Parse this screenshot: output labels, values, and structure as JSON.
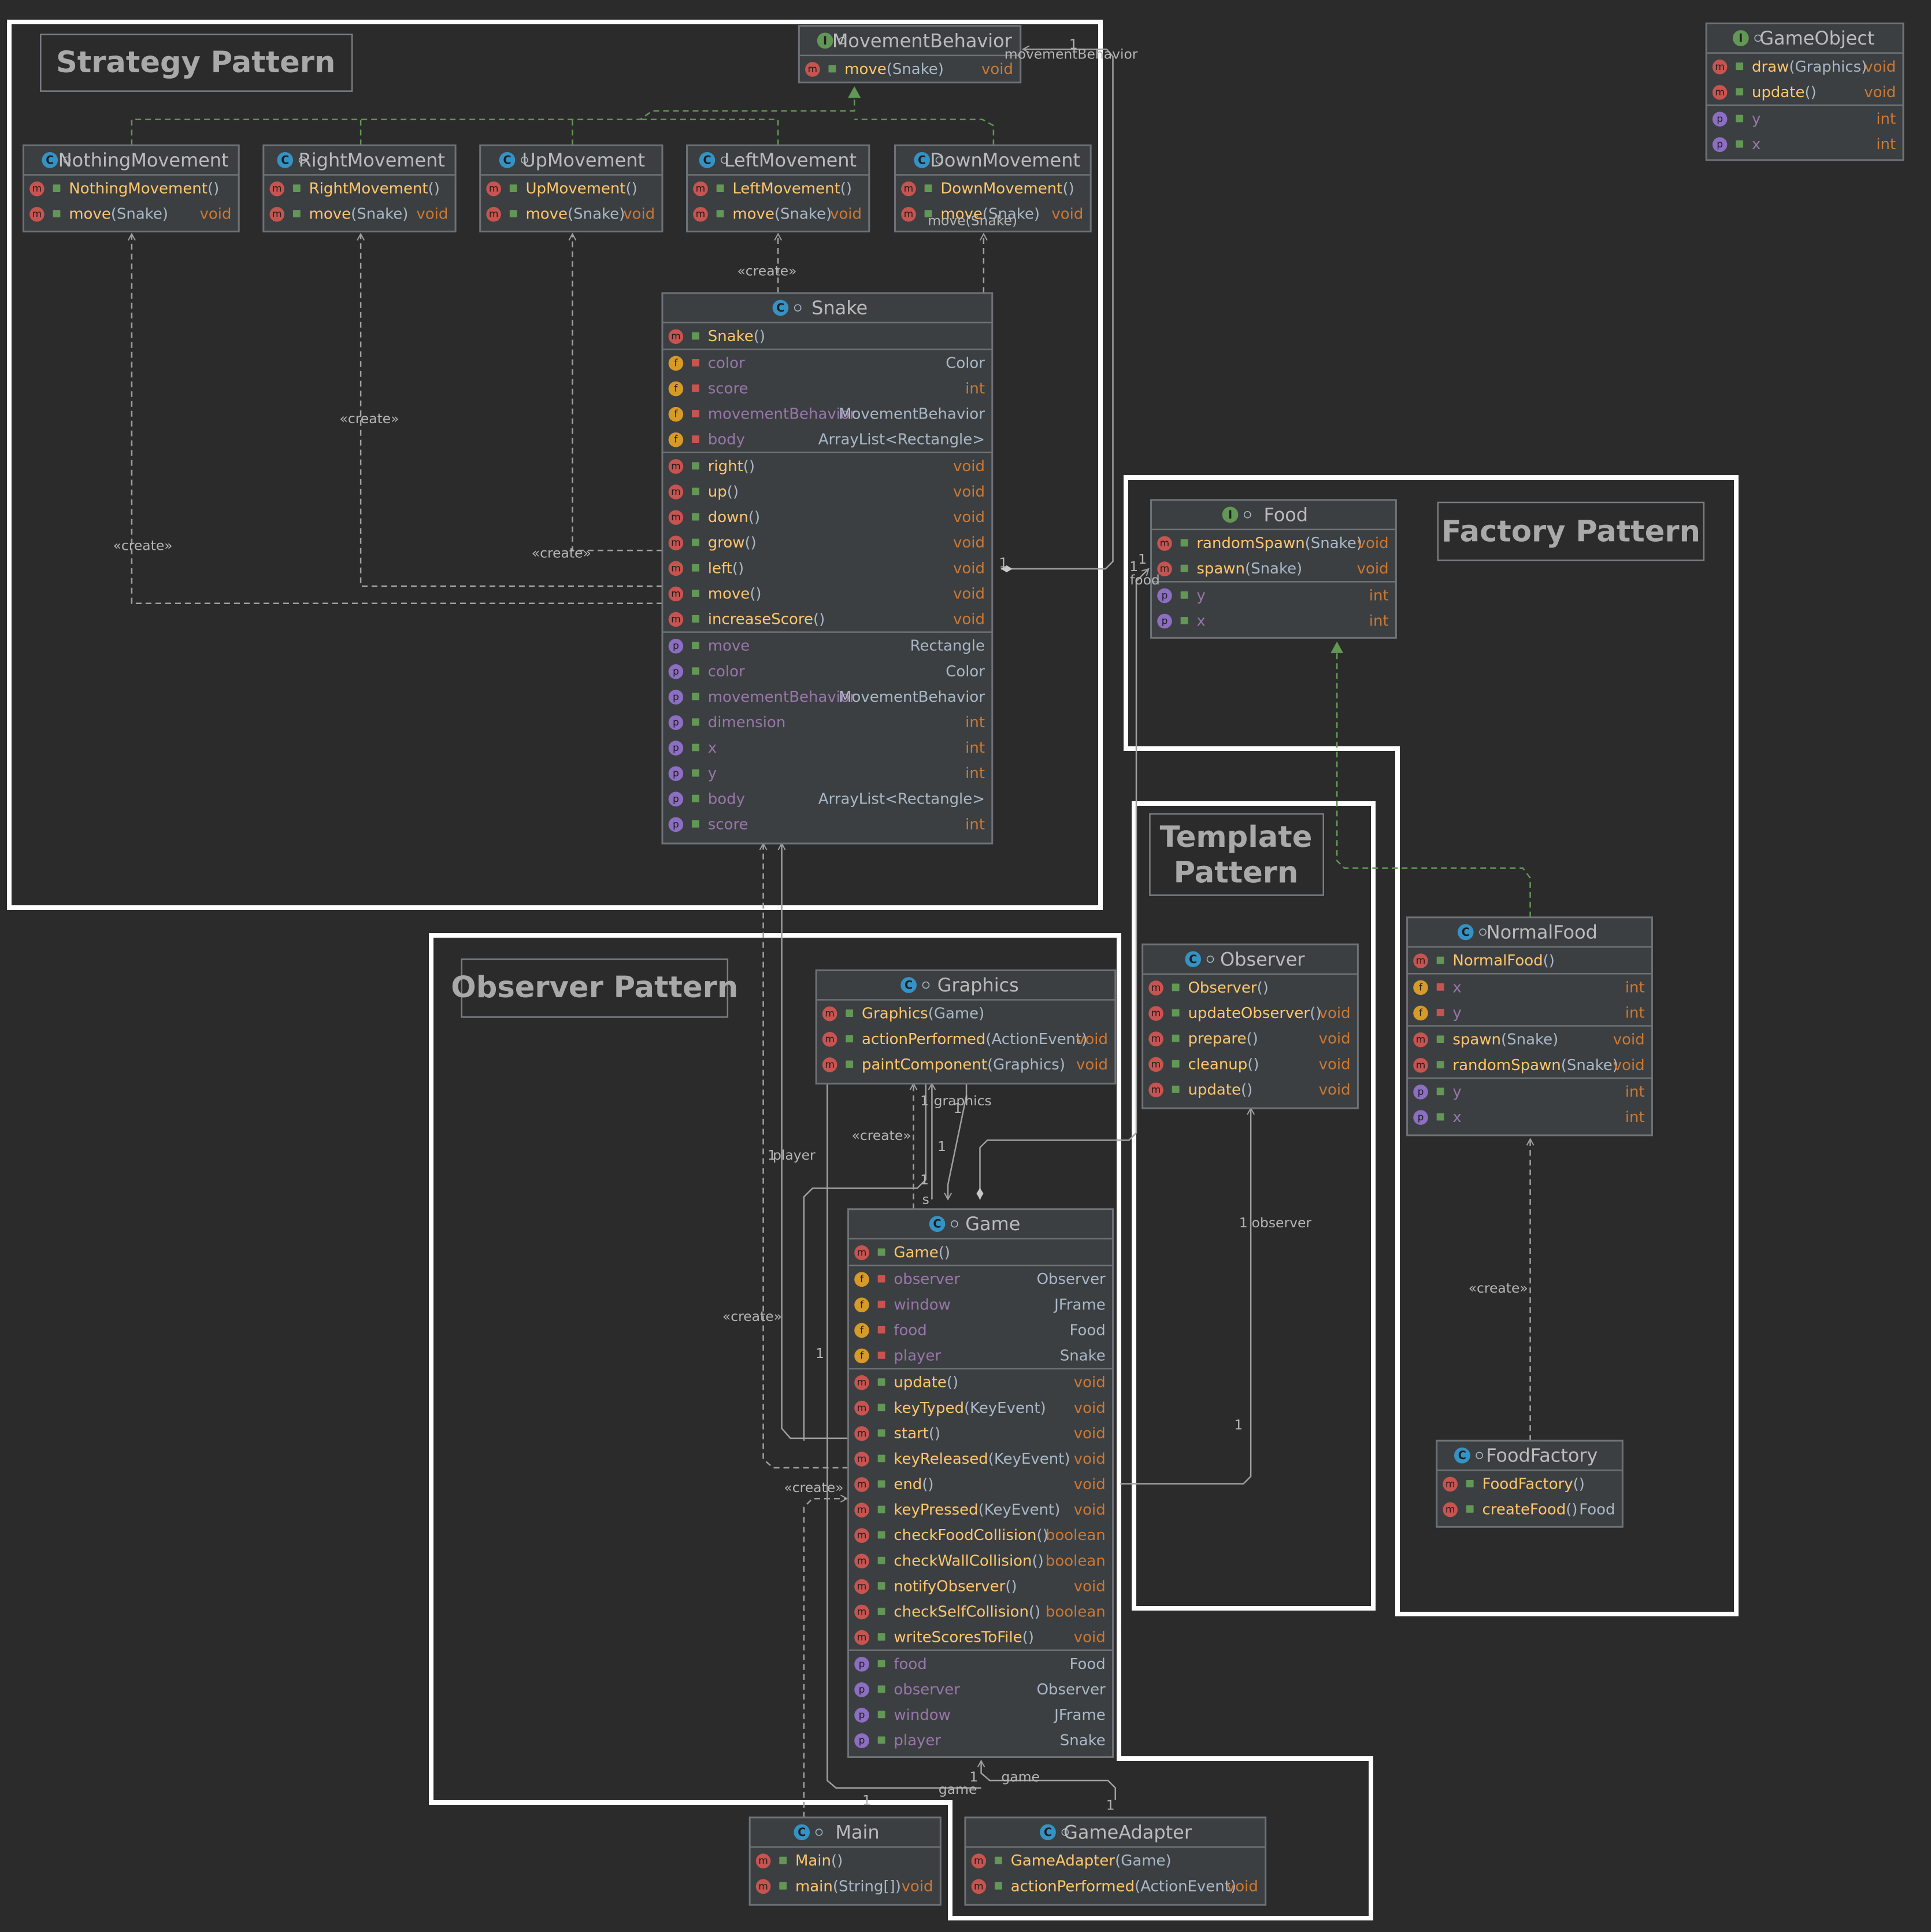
{
  "regions": [
    {
      "id": "strategy",
      "title": [
        "Strategy Pattern"
      ]
    },
    {
      "id": "factory",
      "title": [
        "Factory Pattern"
      ]
    },
    {
      "id": "template",
      "title": [
        "Template",
        "Pattern"
      ]
    },
    {
      "id": "observer",
      "title": [
        "Observer Pattern"
      ]
    }
  ],
  "colors": {
    "background": "#2b2b2b",
    "box": "#3c3f41",
    "border": "#6e7276",
    "header_text": "#bbbbbb",
    "method": "#ffc66d",
    "field": "#9876aa",
    "type": "#a9b7c6",
    "primitive": "#cc7832",
    "arrow": "#a0a0a0",
    "realization": "#629755",
    "frame": "#ffffff"
  },
  "classes": [
    {
      "id": "movementbehavior",
      "name": "MovementBehavior",
      "kind": "I",
      "static": true,
      "sections": [
        [
          {
            "k": "m",
            "n": "move",
            "a": "(Snake)",
            "t": "void"
          }
        ]
      ]
    },
    {
      "id": "gameobject",
      "name": "GameObject",
      "kind": "I",
      "sections": [
        [
          {
            "k": "m",
            "n": "draw",
            "a": "(Graphics)",
            "t": "void"
          },
          {
            "k": "m",
            "n": "update",
            "a": "()",
            "t": "void"
          }
        ],
        [
          {
            "k": "p",
            "n": "y",
            "t": "int"
          },
          {
            "k": "p",
            "n": "x",
            "t": "int"
          }
        ]
      ]
    },
    {
      "id": "nothingmovement",
      "name": "NothingMovement",
      "kind": "C",
      "static": true,
      "sections": [
        [
          {
            "k": "m",
            "n": "NothingMovement",
            "a": "()",
            "t": ""
          },
          {
            "k": "m",
            "n": "move",
            "a": "(Snake)",
            "t": "void"
          }
        ]
      ]
    },
    {
      "id": "rightmovement",
      "name": "RightMovement",
      "kind": "C",
      "static": true,
      "sections": [
        [
          {
            "k": "m",
            "n": "RightMovement",
            "a": "()",
            "t": ""
          },
          {
            "k": "m",
            "n": "move",
            "a": "(Snake)",
            "t": "void"
          }
        ]
      ]
    },
    {
      "id": "upmovement",
      "name": "UpMovement",
      "kind": "C",
      "static": true,
      "sections": [
        [
          {
            "k": "m",
            "n": "UpMovement",
            "a": "()",
            "t": ""
          },
          {
            "k": "m",
            "n": "move",
            "a": "(Snake)",
            "t": "void"
          }
        ]
      ]
    },
    {
      "id": "leftmovement",
      "name": "LeftMovement",
      "kind": "C",
      "static": true,
      "sections": [
        [
          {
            "k": "m",
            "n": "LeftMovement",
            "a": "()",
            "t": ""
          },
          {
            "k": "m",
            "n": "move",
            "a": "(Snake)",
            "t": "void"
          }
        ]
      ]
    },
    {
      "id": "downmovement",
      "name": "DownMovement",
      "kind": "C",
      "static": true,
      "sections": [
        [
          {
            "k": "m",
            "n": "DownMovement",
            "a": "()",
            "t": ""
          },
          {
            "k": "m",
            "n": "move",
            "a": "(Snake)",
            "t": "void"
          }
        ]
      ]
    },
    {
      "id": "snake",
      "name": "Snake",
      "kind": "C",
      "sections": [
        [
          {
            "k": "m",
            "n": "Snake",
            "a": "()",
            "t": ""
          }
        ],
        [
          {
            "k": "f",
            "n": "color",
            "t": "Color"
          },
          {
            "k": "f",
            "n": "score",
            "t": "int"
          },
          {
            "k": "f",
            "n": "movementBehavior",
            "t": "MovementBehavior"
          },
          {
            "k": "f",
            "n": "body",
            "t": "ArrayList<Rectangle>"
          }
        ],
        [
          {
            "k": "m",
            "n": "right",
            "a": "()",
            "t": "void"
          },
          {
            "k": "m",
            "n": "up",
            "a": "()",
            "t": "void"
          },
          {
            "k": "m",
            "n": "down",
            "a": "()",
            "t": "void"
          },
          {
            "k": "m",
            "n": "grow",
            "a": "()",
            "t": "void"
          },
          {
            "k": "m",
            "n": "left",
            "a": "()",
            "t": "void"
          },
          {
            "k": "m",
            "n": "move",
            "a": "()",
            "t": "void"
          },
          {
            "k": "m",
            "n": "increaseScore",
            "a": "()",
            "t": "void"
          }
        ],
        [
          {
            "k": "p",
            "n": "move",
            "t": "Rectangle"
          },
          {
            "k": "p",
            "n": "color",
            "t": "Color"
          },
          {
            "k": "p",
            "n": "movementBehavior",
            "t": "MovementBehavior"
          },
          {
            "k": "p",
            "n": "dimension",
            "t": "int"
          },
          {
            "k": "p",
            "n": "x",
            "t": "int"
          },
          {
            "k": "p",
            "n": "y",
            "t": "int"
          },
          {
            "k": "p",
            "n": "body",
            "t": "ArrayList<Rectangle>"
          },
          {
            "k": "p",
            "n": "score",
            "t": "int"
          }
        ]
      ]
    },
    {
      "id": "food",
      "name": "Food",
      "kind": "I",
      "sections": [
        [
          {
            "k": "m",
            "n": "randomSpawn",
            "a": "(Snake)",
            "t": "void"
          },
          {
            "k": "m",
            "n": "spawn",
            "a": "(Snake)",
            "t": "void"
          }
        ],
        [
          {
            "k": "p",
            "n": "y",
            "t": "int"
          },
          {
            "k": "p",
            "n": "x",
            "t": "int"
          }
        ]
      ]
    },
    {
      "id": "normalfood",
      "name": "NormalFood",
      "kind": "C",
      "static": true,
      "sections": [
        [
          {
            "k": "m",
            "n": "NormalFood",
            "a": "()",
            "t": ""
          }
        ],
        [
          {
            "k": "f",
            "n": "x",
            "t": "int"
          },
          {
            "k": "f",
            "n": "y",
            "t": "int"
          }
        ],
        [
          {
            "k": "m",
            "n": "spawn",
            "a": "(Snake)",
            "t": "void"
          },
          {
            "k": "m",
            "n": "randomSpawn",
            "a": "(Snake)",
            "t": "void"
          }
        ],
        [
          {
            "k": "p",
            "n": "y",
            "t": "int"
          },
          {
            "k": "p",
            "n": "x",
            "t": "int"
          }
        ]
      ]
    },
    {
      "id": "foodfactory",
      "name": "FoodFactory",
      "kind": "C",
      "static": true,
      "sections": [
        [
          {
            "k": "m",
            "n": "FoodFactory",
            "a": "()",
            "t": ""
          },
          {
            "k": "m",
            "n": "createFood",
            "a": "()",
            "t": "Food"
          }
        ]
      ]
    },
    {
      "id": "observer",
      "name": "Observer",
      "kind": "A",
      "sections": [
        [
          {
            "k": "m",
            "n": "Observer",
            "a": "()",
            "t": ""
          },
          {
            "k": "m",
            "n": "updateObserver",
            "a": "()",
            "t": "void"
          },
          {
            "k": "m",
            "n": "prepare",
            "a": "()",
            "t": "void"
          },
          {
            "k": "m",
            "n": "cleanup",
            "a": "()",
            "t": "void"
          },
          {
            "k": "m",
            "n": "update",
            "a": "()",
            "t": "void"
          }
        ]
      ]
    },
    {
      "id": "graphics",
      "name": "Graphics",
      "kind": "C",
      "sections": [
        [
          {
            "k": "m",
            "n": "Graphics",
            "a": "(Game)",
            "t": ""
          },
          {
            "k": "m",
            "n": "actionPerformed",
            "a": "(ActionEvent)",
            "t": "void"
          },
          {
            "k": "m",
            "n": "paintComponent",
            "a": "(Graphics)",
            "t": "void"
          }
        ]
      ]
    },
    {
      "id": "game",
      "name": "Game",
      "kind": "C",
      "sections": [
        [
          {
            "k": "m",
            "n": "Game",
            "a": "()",
            "t": ""
          }
        ],
        [
          {
            "k": "f",
            "n": "observer",
            "t": "Observer"
          },
          {
            "k": "f",
            "n": "window",
            "t": "JFrame"
          },
          {
            "k": "f",
            "n": "food",
            "t": "Food"
          },
          {
            "k": "f",
            "n": "player",
            "t": "Snake"
          }
        ],
        [
          {
            "k": "m",
            "n": "update",
            "a": "()",
            "t": "void"
          },
          {
            "k": "m",
            "n": "keyTyped",
            "a": "(KeyEvent)",
            "t": "void"
          },
          {
            "k": "m",
            "n": "start",
            "a": "()",
            "t": "void"
          },
          {
            "k": "m",
            "n": "keyReleased",
            "a": "(KeyEvent)",
            "t": "void"
          },
          {
            "k": "m",
            "n": "end",
            "a": "()",
            "t": "void"
          },
          {
            "k": "m",
            "n": "keyPressed",
            "a": "(KeyEvent)",
            "t": "void"
          },
          {
            "k": "m",
            "n": "checkFoodCollision",
            "a": "()",
            "t": "boolean"
          },
          {
            "k": "m",
            "n": "checkWallCollision",
            "a": "()",
            "t": "boolean"
          },
          {
            "k": "m",
            "n": "notifyObserver",
            "a": "()",
            "t": "void"
          },
          {
            "k": "m",
            "n": "checkSelfCollision",
            "a": "()",
            "t": "boolean"
          },
          {
            "k": "m",
            "n": "writeScoresToFile",
            "a": "()",
            "t": "void"
          }
        ],
        [
          {
            "k": "p",
            "n": "food",
            "t": "Food"
          },
          {
            "k": "p",
            "n": "observer",
            "t": "Observer"
          },
          {
            "k": "p",
            "n": "window",
            "t": "JFrame"
          },
          {
            "k": "p",
            "n": "player",
            "t": "Snake"
          }
        ]
      ]
    },
    {
      "id": "main",
      "name": "Main",
      "kind": "C",
      "sections": [
        [
          {
            "k": "m",
            "n": "Main",
            "a": "()",
            "t": ""
          },
          {
            "k": "m",
            "n": "main",
            "a": "(String[])",
            "t": "void"
          }
        ]
      ]
    },
    {
      "id": "gameadapter",
      "name": "GameAdapter",
      "kind": "C",
      "sections": [
        [
          {
            "k": "m",
            "n": "GameAdapter",
            "a": "(Game)",
            "t": ""
          },
          {
            "k": "m",
            "n": "actionPerformed",
            "a": "(ActionEvent)",
            "t": "void"
          }
        ]
      ]
    }
  ],
  "labels": [
    {
      "id": "mb1",
      "text": "1"
    },
    {
      "id": "mb2",
      "text": "movementBehavior"
    },
    {
      "id": "snk1",
      "text": "1"
    },
    {
      "id": "ds",
      "text": "move(Snake)"
    },
    {
      "id": "cr1",
      "text": "«create»"
    },
    {
      "id": "cr2",
      "text": "«create»"
    },
    {
      "id": "cr3",
      "text": "«create»"
    },
    {
      "id": "cr4",
      "text": "«create»"
    },
    {
      "id": "cr5",
      "text": "«create»"
    },
    {
      "id": "cr6",
      "text": "«create»"
    },
    {
      "id": "cr7",
      "text": "«create»"
    },
    {
      "id": "cr8",
      "text": "«create»"
    },
    {
      "id": "food1a",
      "text": "1"
    },
    {
      "id": "food1b",
      "text": "1"
    },
    {
      "id": "foodlbl",
      "text": "food"
    },
    {
      "id": "gr1",
      "text": "1"
    },
    {
      "id": "grlbl",
      "text": "graphics"
    },
    {
      "id": "gr2",
      "text": "1"
    },
    {
      "id": "gr3",
      "text": "1"
    },
    {
      "id": "gr4",
      "text": "1"
    },
    {
      "id": "pl1",
      "text": "1"
    },
    {
      "id": "pllbl",
      "text": "player"
    },
    {
      "id": "gs",
      "text": "s"
    },
    {
      "id": "obs1",
      "text": "1"
    },
    {
      "id": "obslbl",
      "text": "observer"
    },
    {
      "id": "obs2",
      "text": "1"
    },
    {
      "id": "gm1",
      "text": "1"
    },
    {
      "id": "ga1",
      "text": "1"
    },
    {
      "id": "galbl",
      "text": "game"
    },
    {
      "id": "gmlbl",
      "text": "game"
    },
    {
      "id": "ga2",
      "text": "1"
    },
    {
      "id": "mn1",
      "text": "1"
    }
  ]
}
